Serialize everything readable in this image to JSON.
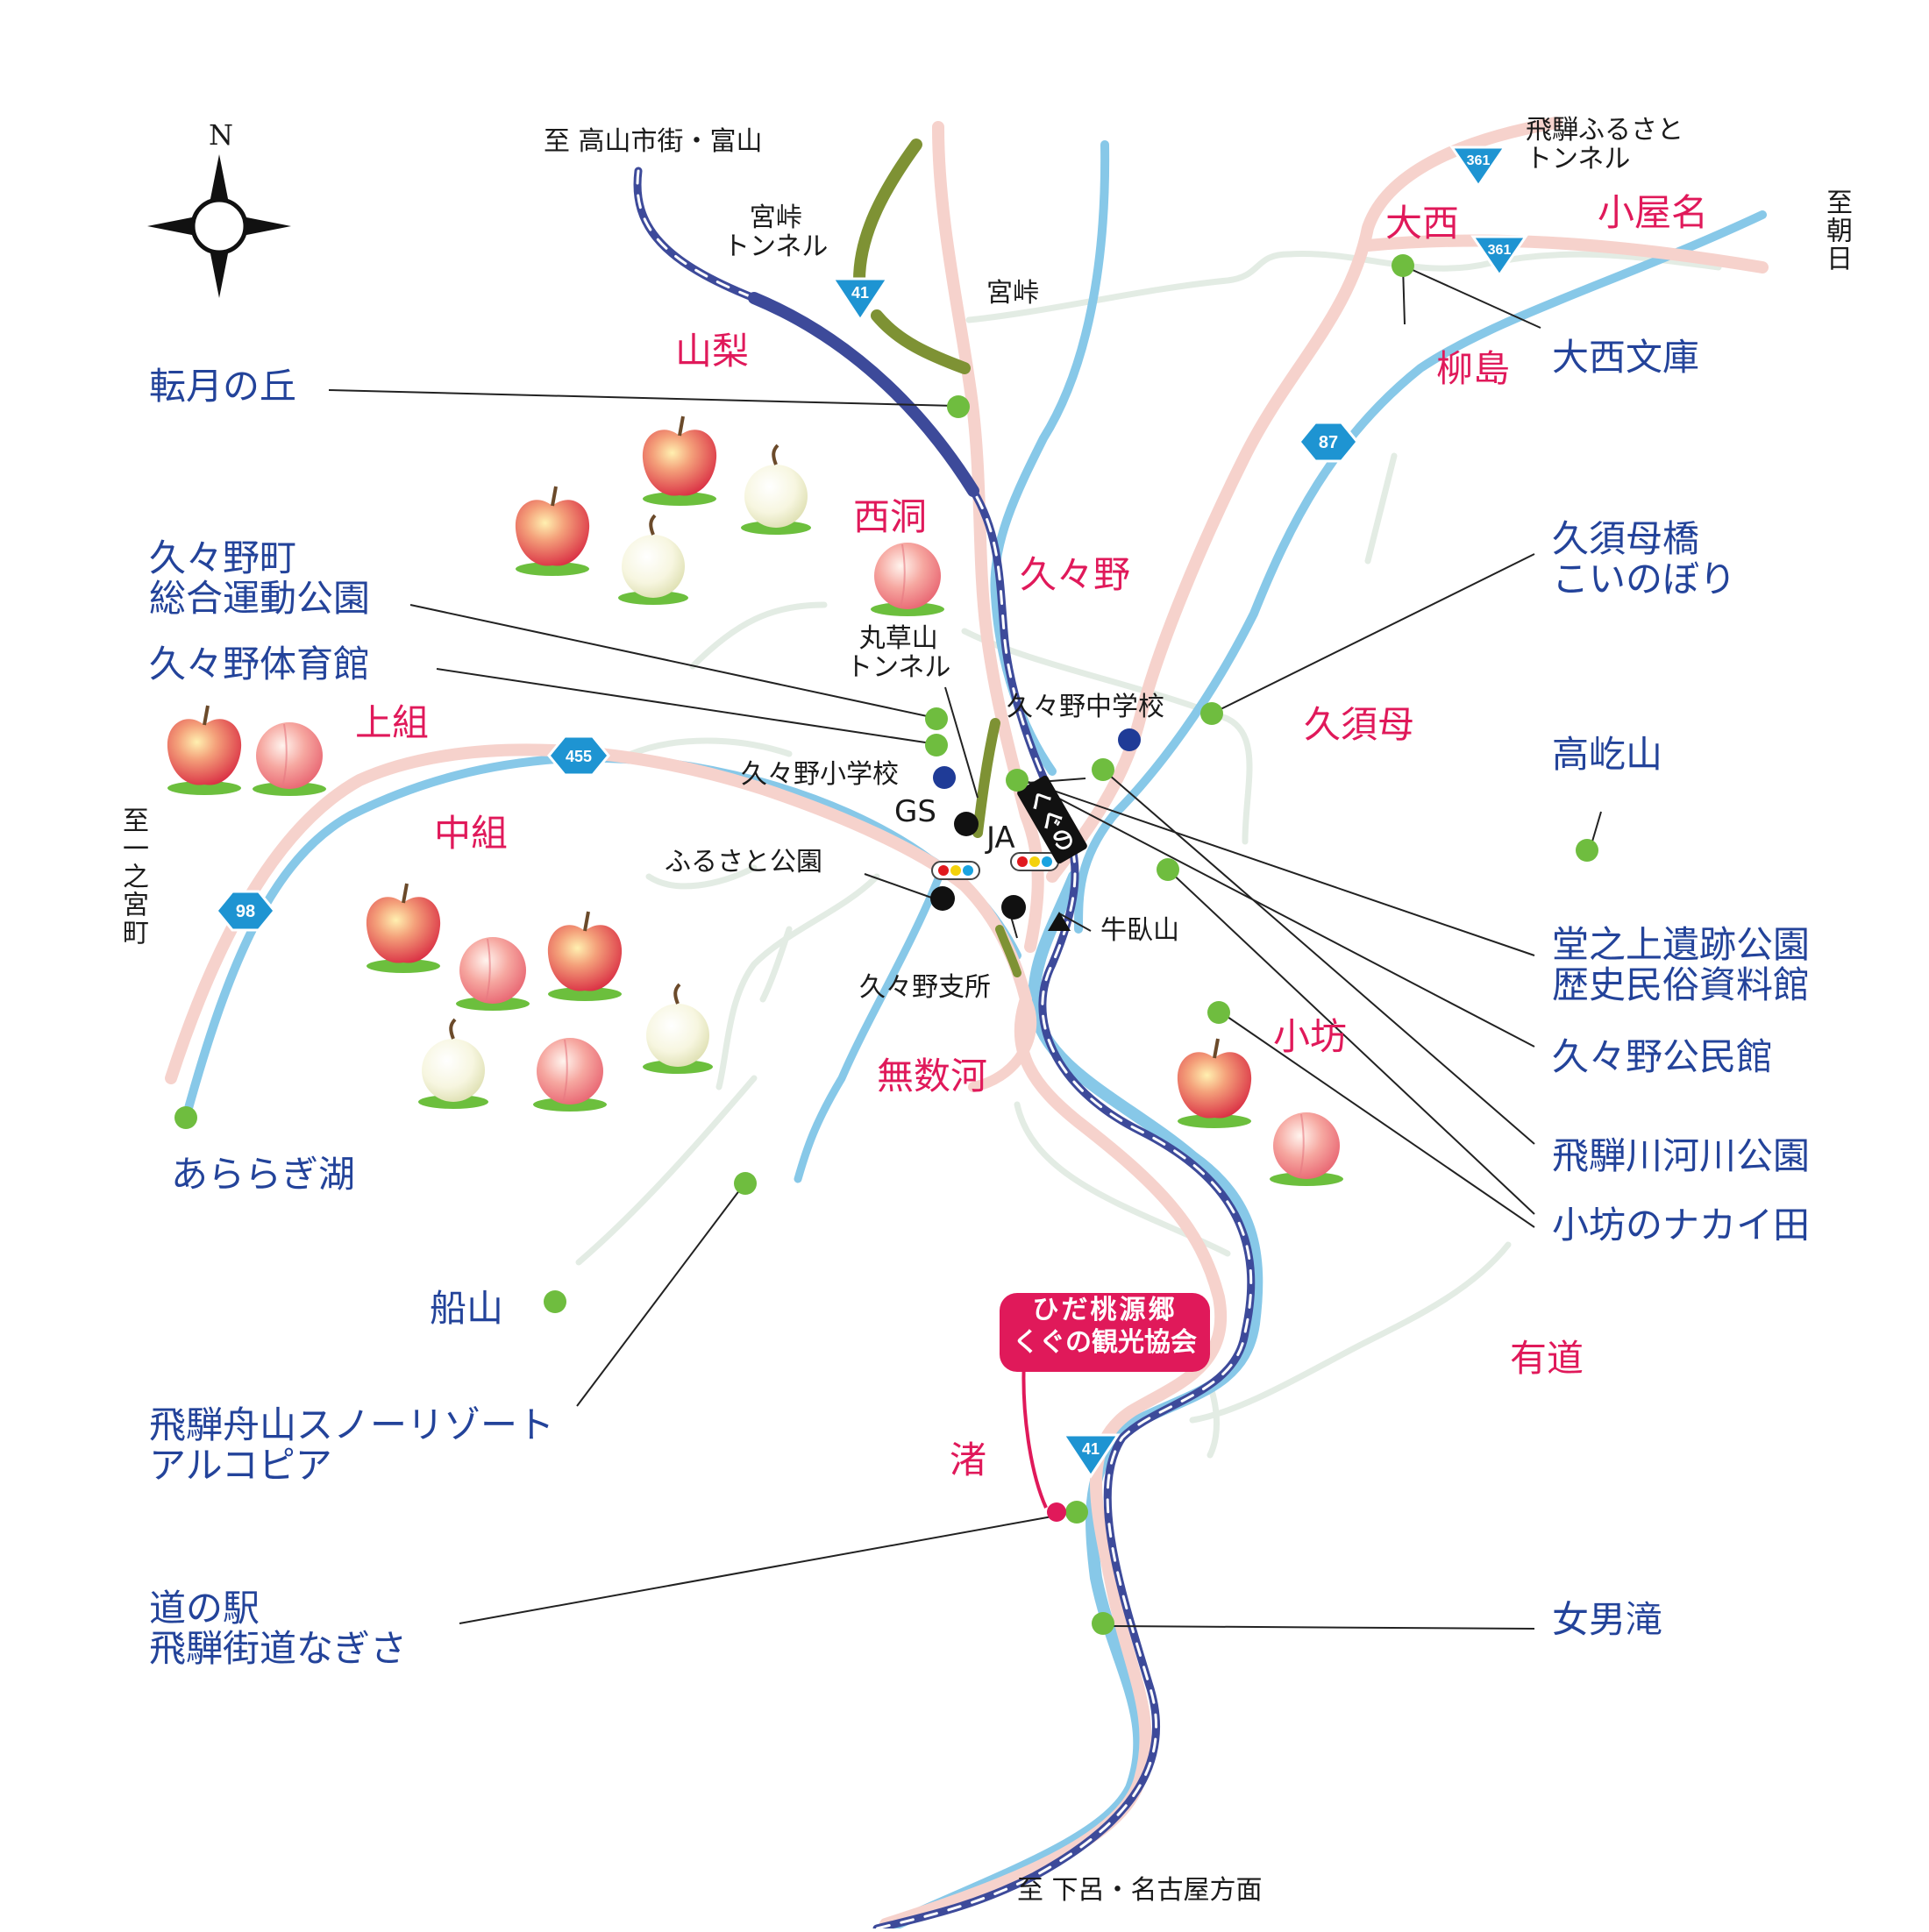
{
  "compass": {
    "north_label": "N"
  },
  "directions": {
    "north": "至 高山市街・富山",
    "south": "至 下呂・名古屋方面",
    "east": "至朝日",
    "west": "至一之宮町",
    "pass_name": "宮峠",
    "tunnel_miyatoge": "宮峠\nトンネル",
    "tunnel_marukusayama": "丸草山\nトンネル",
    "tunnel_hida_furusato": "飛騨ふるさと\nトンネル"
  },
  "route_numbers": {
    "r41_north": "41",
    "r41_south": "41",
    "r361_north": "361",
    "r361_east": "361",
    "r87": "87",
    "r455": "455",
    "r98": "98"
  },
  "districts": {
    "yamanashi": "山梨",
    "nishibora": "西洞",
    "kuguno": "久々野",
    "kamigumi": "上組",
    "nakagumi": "中組",
    "mutsuko": "無数河",
    "kusumo": "久須母",
    "obo": "小坊",
    "arimichi": "有道",
    "nagisa": "渚",
    "onishi": "大西",
    "koyana": "小屋名",
    "yanagishima": "柳島"
  },
  "places": {
    "tengetsu": "転月の丘",
    "sports_park": "久々野町\n総合運動公園",
    "gym": "久々野体育館",
    "ararag_lake": "あららぎ湖",
    "funayama": "船山",
    "ski_resort": "飛騨舟山スノーリゾート\nアルコピア",
    "michinoeki": "道の駅\n飛騨街道なぎさ",
    "onishi_bunko": "大西文庫",
    "koinobori": "久須母橋\nこいのぼり",
    "takanoyama": "高屹山",
    "donoue": "堂之上遺跡公園\n歴史民俗資料館",
    "kominkan": "久々野公民館",
    "river_park": "飛騨川河川公園",
    "nakaita": "小坊のナカイ田",
    "meoto_falls": "女男滝"
  },
  "landmarks": {
    "junior_high": "久々野中学校",
    "elementary": "久々野小学校",
    "gas_station": "GS",
    "ja": "JA",
    "furusato_park": "ふるさと公園",
    "branch_office": "久々野支所",
    "gyugasan": "牛臥山",
    "station": "くぐの"
  },
  "tourism_badge": {
    "line1": "ひだ桃源郷",
    "line2": "くぐの観光協会"
  },
  "colors": {
    "river": "#87c8e8",
    "road": "#f6d2cc",
    "railway": "#3d4a9a",
    "tunnel": "#7e9234",
    "spot": "#6fbd3f",
    "school": "#1f3b97",
    "accent": "#e0195a",
    "label_blue": "#23439a",
    "shield": "#1e94d2"
  }
}
